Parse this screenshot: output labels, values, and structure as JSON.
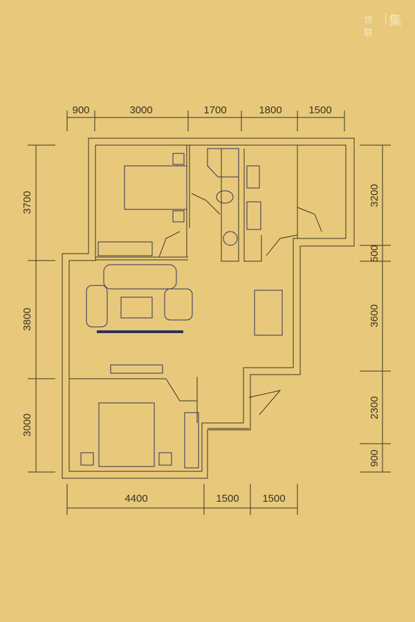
{
  "watermark": {
    "brand": "世联",
    "mark": "集"
  },
  "dimensions": {
    "top": [
      "900",
      "3000",
      "1700",
      "1800",
      "1500"
    ],
    "bottom": [
      "4400",
      "1500",
      "1500"
    ],
    "left": [
      "3700",
      "3800",
      "3000"
    ],
    "right": [
      "3200",
      "500",
      "3600",
      "2300",
      "900"
    ]
  },
  "colors": {
    "background": "#e8c97b",
    "line": "#3a3320",
    "furniture": "#2f2f5a"
  }
}
